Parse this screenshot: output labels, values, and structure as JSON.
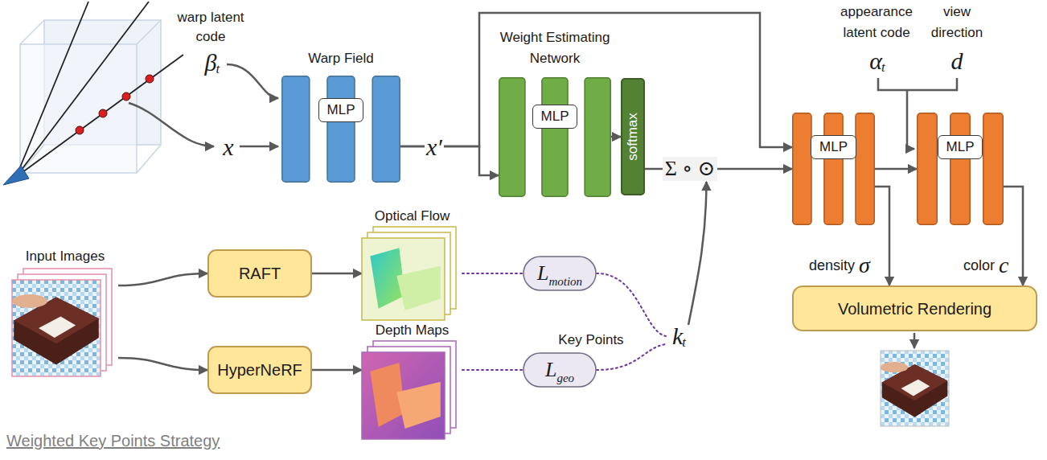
{
  "diagram": {
    "nodes": [
      {
        "text": [
          "Warp Field",
          "MLP"
        ]
      },
      {
        "text": [
          "Weighted Key Points Strategy"
        ]
      },
      {
        "text": [
          "Weight Estimating Network",
          "MLP"
        ],
        "in": 1
      },
      {
        "text": [
          "softmax"
        ],
        "in": 1
      },
      {
        "text": [
          "Input Images"
        ],
        "in": 1
      },
      {
        "text": [
          "RAFT"
        ],
        "in": 1
      },
      {
        "text": [
          "HyperNeRF"
        ],
        "in": 1
      },
      {
        "text": [
          "Optical Flow"
        ],
        "in": 1
      },
      {
        "text": [
          "Depth Maps"
        ],
        "in": 1
      },
      {
        "text": [
          "L",
          "motion"
        ],
        "in": 1
      },
      {
        "text": [
          "L",
          "geo"
        ],
        "in": 1
      },
      {
        "text": [
          "MLP"
        ]
      },
      {
        "text": [
          "MLP"
        ]
      },
      {
        "text": [
          "Volumetric Rendering"
        ]
      }
    ],
    "edges": [
      {
        "from": 0,
        "to": 2,
        "arrow": "to"
      },
      {
        "from": 0,
        "to": 11,
        "arrow": "to"
      },
      {
        "from": 2,
        "to": 3,
        "arrow": "to"
      },
      {
        "from": 3,
        "to": 11,
        "label": "Σ ∘ ⊙",
        "arrow": "to"
      },
      {
        "from": 11,
        "to": 12,
        "arrow": "to"
      },
      {
        "from": 11,
        "to": 13,
        "arrow": "to"
      },
      {
        "from": 12,
        "to": 13,
        "arrow": "to"
      },
      {
        "from": 4,
        "to": 5,
        "arrow": "to"
      },
      {
        "from": 4,
        "to": 6,
        "arrow": "to"
      },
      {
        "from": 5,
        "to": 7,
        "arrow": "to"
      },
      {
        "from": 6,
        "to": 8,
        "arrow": "to"
      },
      {
        "from": 7,
        "to": 9,
        "arrow": "none"
      },
      {
        "from": 8,
        "to": 10,
        "arrow": "none"
      }
    ],
    "labels": [
      "warp latent code",
      "β",
      "t",
      "x",
      "x′",
      "appearance latent code",
      "α",
      "t",
      "view direction",
      "d",
      "density",
      "σ",
      "color",
      "c",
      "Key Points",
      "k",
      "t"
    ]
  }
}
